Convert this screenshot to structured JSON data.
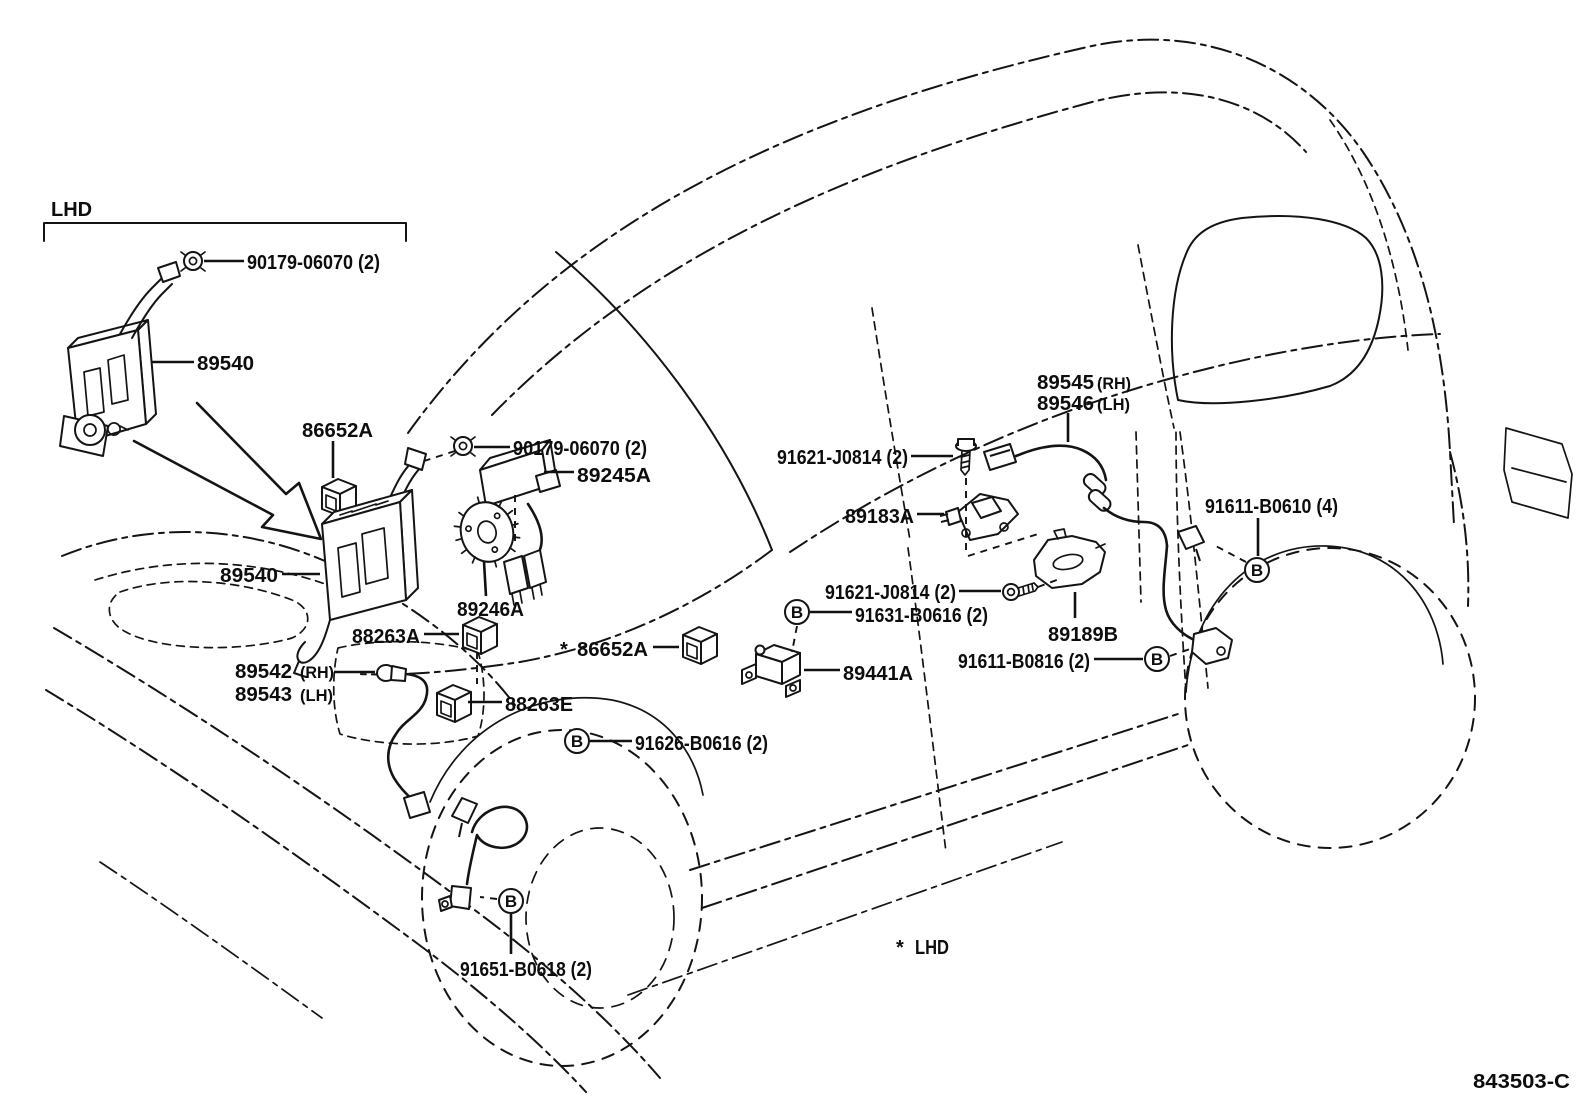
{
  "page": {
    "background": "#ffffff",
    "ink": "#141414",
    "drawing_number": "843503-C"
  },
  "notes": {
    "lhd_callout": "LHD",
    "asterisk": "*",
    "lhd_note": "LHD"
  },
  "markers": {
    "letter": "B"
  },
  "callouts": {
    "grommet_top": "90179-06070 (2)",
    "grommet_mid": "90179-06070 (2)",
    "ecu_detail": "89540",
    "ecu_installed": "89540",
    "relay_upper": "86652A",
    "relay_mid": "86652A",
    "yaw_sensor": "89245A",
    "sensor_rotor": "89246A",
    "relay_88263a": "88263A",
    "relay_88263e": "88263E",
    "front_sensor_rh": "89542",
    "front_sensor_rh_pos": "(RH)",
    "front_sensor_lh": "89543",
    "front_sensor_lh_pos": "(LH)",
    "rear_sensor_rh": "89545",
    "rear_sensor_rh_pos": "(RH)",
    "rear_sensor_lh": "89546",
    "rear_sensor_lh_pos": "(LH)",
    "bolt_91626": "91626-B0616 (2)",
    "bolt_91651": "91651-B0618 (2)",
    "screw_91621_upper": "91621-J0814 (2)",
    "screw_91621_lower": "91621-J0814 (2)",
    "decel_sensor": "89183A",
    "sensor_bracket": "89189B",
    "bolt_91631": "91631-B0616 (2)",
    "yaw_rate_sensor": "89441A",
    "bolt_91611_b0816": "91611-B0816 (2)",
    "bolt_91611_b0610": "91611-B0610 (4)"
  }
}
